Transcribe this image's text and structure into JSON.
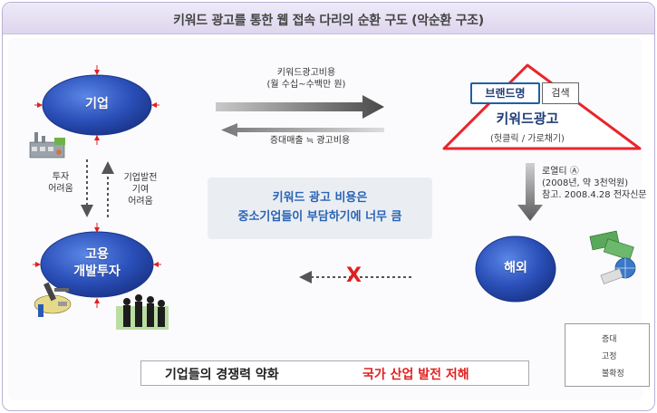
{
  "title": "키워드 광고를 통한 웹 접속 다리의 순환 구도 (악순환 구조)",
  "nodes": {
    "company": "기업",
    "employment_line1": "고용",
    "employment_line2": "개발투자",
    "overseas": "해외"
  },
  "flows": {
    "down_line1": "투자",
    "down_line2": "어려움",
    "up_line1": "기업발전",
    "up_line2": "기여",
    "up_line3": "어려움",
    "top_arrow_line1": "키워드광고비용",
    "top_arrow_line2": "(월 수십~수백만 원)",
    "bottom_arrow": "증대매출 ≒ 광고비용",
    "royalty_line1": "로열티 Ⓐ",
    "royalty_line2": "(2008년, 약 3천억원)",
    "royalty_line3": "참고. 2008.4.28 전자신문",
    "blocked_mark": "X"
  },
  "keyword_ad": {
    "brand_label": "브랜드명",
    "search_label": "검색",
    "title": "키워드광고",
    "subtitle": "(헛클릭 / 가로채기)"
  },
  "center_message": {
    "line1": "키워드 광고 비용은",
    "line2": "중소기업들이 부담하기에 너무 큼"
  },
  "conclusion": {
    "left": "기업들의 경쟁력 약화",
    "right": "국가 산업 발전 저해"
  },
  "legend": [
    {
      "label": "증대",
      "style": "thin-solid"
    },
    {
      "label": "고정",
      "style": "bold-solid"
    },
    {
      "label": "불확정",
      "style": "dotted"
    }
  ],
  "colors": {
    "ellipse": "#2a4fb8",
    "accent_red": "#e02020",
    "text_blue": "#2a63b5",
    "triangle_red": "#e8252b"
  }
}
